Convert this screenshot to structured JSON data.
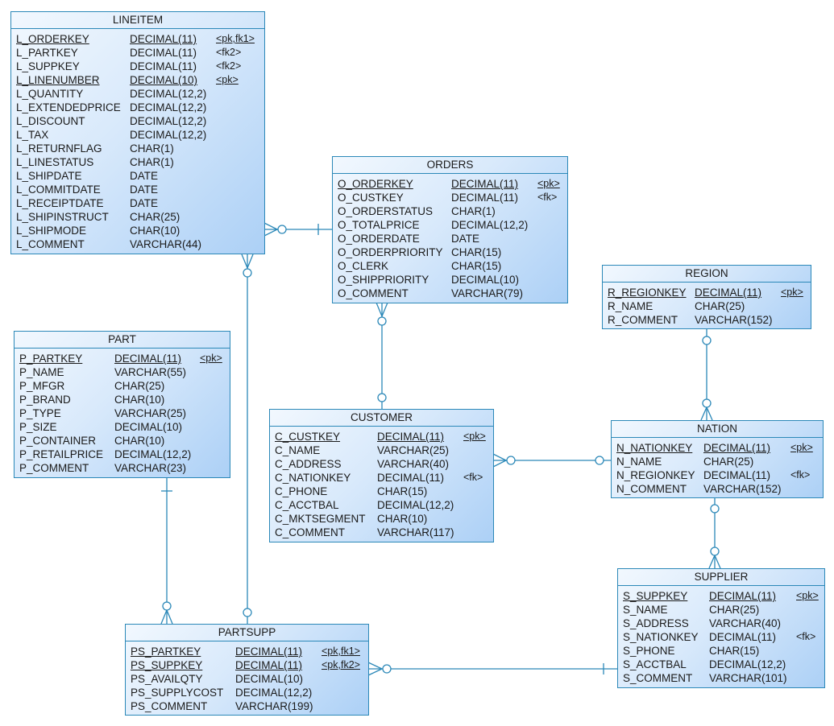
{
  "diagram": {
    "type": "entity-relationship",
    "notation": "crow's foot",
    "colors": {
      "line": "#2b88b8",
      "fill_start": "#f2f8fe",
      "fill_end": "#acd0f6",
      "text": "#1a1a1a"
    }
  },
  "entities": {
    "lineitem": {
      "title": "LINEITEM",
      "attributes": [
        {
          "name": "L_ORDERKEY",
          "type": "DECIMAL(11)",
          "key": "<pk,fk1>",
          "pk": true
        },
        {
          "name": "L_PARTKEY",
          "type": "DECIMAL(11)",
          "key": "<fk2>",
          "pk": false
        },
        {
          "name": "L_SUPPKEY",
          "type": "DECIMAL(11)",
          "key": "<fk2>",
          "pk": false
        },
        {
          "name": "L_LINENUMBER",
          "type": "DECIMAL(10)",
          "key": "<pk>",
          "pk": true
        },
        {
          "name": "L_QUANTITY",
          "type": "DECIMAL(12,2)",
          "key": "",
          "pk": false
        },
        {
          "name": "L_EXTENDEDPRICE",
          "type": "DECIMAL(12,2)",
          "key": "",
          "pk": false
        },
        {
          "name": "L_DISCOUNT",
          "type": "DECIMAL(12,2)",
          "key": "",
          "pk": false
        },
        {
          "name": "L_TAX",
          "type": "DECIMAL(12,2)",
          "key": "",
          "pk": false
        },
        {
          "name": "L_RETURNFLAG",
          "type": "CHAR(1)",
          "key": "",
          "pk": false
        },
        {
          "name": "L_LINESTATUS",
          "type": "CHAR(1)",
          "key": "",
          "pk": false
        },
        {
          "name": "L_SHIPDATE",
          "type": "DATE",
          "key": "",
          "pk": false
        },
        {
          "name": "L_COMMITDATE",
          "type": "DATE",
          "key": "",
          "pk": false
        },
        {
          "name": "L_RECEIPTDATE",
          "type": "DATE",
          "key": "",
          "pk": false
        },
        {
          "name": "L_SHIPINSTRUCT",
          "type": "CHAR(25)",
          "key": "",
          "pk": false
        },
        {
          "name": "L_SHIPMODE",
          "type": "CHAR(10)",
          "key": "",
          "pk": false
        },
        {
          "name": "L_COMMENT",
          "type": "VARCHAR(44)",
          "key": "",
          "pk": false
        }
      ]
    },
    "orders": {
      "title": "ORDERS",
      "attributes": [
        {
          "name": "O_ORDERKEY",
          "type": "DECIMAL(11)",
          "key": "<pk>",
          "pk": true
        },
        {
          "name": "O_CUSTKEY",
          "type": "DECIMAL(11)",
          "key": "<fk>",
          "pk": false
        },
        {
          "name": "O_ORDERSTATUS",
          "type": "CHAR(1)",
          "key": "",
          "pk": false
        },
        {
          "name": "O_TOTALPRICE",
          "type": "DECIMAL(12,2)",
          "key": "",
          "pk": false
        },
        {
          "name": "O_ORDERDATE",
          "type": "DATE",
          "key": "",
          "pk": false
        },
        {
          "name": "O_ORDERPRIORITY",
          "type": "CHAR(15)",
          "key": "",
          "pk": false
        },
        {
          "name": "O_CLERK",
          "type": "CHAR(15)",
          "key": "",
          "pk": false
        },
        {
          "name": "O_SHIPPRIORITY",
          "type": "DECIMAL(10)",
          "key": "",
          "pk": false
        },
        {
          "name": "O_COMMENT",
          "type": "VARCHAR(79)",
          "key": "",
          "pk": false
        }
      ]
    },
    "region": {
      "title": "REGION",
      "attributes": [
        {
          "name": "R_REGIONKEY",
          "type": "DECIMAL(11)",
          "key": "<pk>",
          "pk": true
        },
        {
          "name": "R_NAME",
          "type": "CHAR(25)",
          "key": "",
          "pk": false
        },
        {
          "name": "R_COMMENT",
          "type": "VARCHAR(152)",
          "key": "",
          "pk": false
        }
      ]
    },
    "part": {
      "title": "PART",
      "attributes": [
        {
          "name": "P_PARTKEY",
          "type": "DECIMAL(11)",
          "key": "<pk>",
          "pk": true
        },
        {
          "name": "P_NAME",
          "type": "VARCHAR(55)",
          "key": "",
          "pk": false
        },
        {
          "name": "P_MFGR",
          "type": "CHAR(25)",
          "key": "",
          "pk": false
        },
        {
          "name": "P_BRAND",
          "type": "CHAR(10)",
          "key": "",
          "pk": false
        },
        {
          "name": "P_TYPE",
          "type": "VARCHAR(25)",
          "key": "",
          "pk": false
        },
        {
          "name": "P_SIZE",
          "type": "DECIMAL(10)",
          "key": "",
          "pk": false
        },
        {
          "name": "P_CONTAINER",
          "type": "CHAR(10)",
          "key": "",
          "pk": false
        },
        {
          "name": "P_RETAILPRICE",
          "type": "DECIMAL(12,2)",
          "key": "",
          "pk": false
        },
        {
          "name": "P_COMMENT",
          "type": "VARCHAR(23)",
          "key": "",
          "pk": false
        }
      ]
    },
    "customer": {
      "title": "CUSTOMER",
      "attributes": [
        {
          "name": "C_CUSTKEY",
          "type": "DECIMAL(11)",
          "key": "<pk>",
          "pk": true
        },
        {
          "name": "C_NAME",
          "type": "VARCHAR(25)",
          "key": "",
          "pk": false
        },
        {
          "name": "C_ADDRESS",
          "type": "VARCHAR(40)",
          "key": "",
          "pk": false
        },
        {
          "name": "C_NATIONKEY",
          "type": "DECIMAL(11)",
          "key": "<fk>",
          "pk": false
        },
        {
          "name": "C_PHONE",
          "type": "CHAR(15)",
          "key": "",
          "pk": false
        },
        {
          "name": "C_ACCTBAL",
          "type": "DECIMAL(12,2)",
          "key": "",
          "pk": false
        },
        {
          "name": "C_MKTSEGMENT",
          "type": "CHAR(10)",
          "key": "",
          "pk": false
        },
        {
          "name": "C_COMMENT",
          "type": "VARCHAR(117)",
          "key": "",
          "pk": false
        }
      ]
    },
    "nation": {
      "title": "NATION",
      "attributes": [
        {
          "name": "N_NATIONKEY",
          "type": "DECIMAL(11)",
          "key": "<pk>",
          "pk": true
        },
        {
          "name": "N_NAME",
          "type": "CHAR(25)",
          "key": "",
          "pk": false
        },
        {
          "name": "N_REGIONKEY",
          "type": "DECIMAL(11)",
          "key": "<fk>",
          "pk": false
        },
        {
          "name": "N_COMMENT",
          "type": "VARCHAR(152)",
          "key": "",
          "pk": false
        }
      ]
    },
    "partsupp": {
      "title": "PARTSUPP",
      "attributes": [
        {
          "name": "PS_PARTKEY",
          "type": "DECIMAL(11)",
          "key": "<pk,fk1>",
          "pk": true
        },
        {
          "name": "PS_SUPPKEY",
          "type": "DECIMAL(11)",
          "key": "<pk,fk2>",
          "pk": true
        },
        {
          "name": "PS_AVAILQTY",
          "type": "DECIMAL(10)",
          "key": "",
          "pk": false
        },
        {
          "name": "PS_SUPPLYCOST",
          "type": "DECIMAL(12,2)",
          "key": "",
          "pk": false
        },
        {
          "name": "PS_COMMENT",
          "type": "VARCHAR(199)",
          "key": "",
          "pk": false
        }
      ]
    },
    "supplier": {
      "title": "SUPPLIER",
      "attributes": [
        {
          "name": "S_SUPPKEY",
          "type": "DECIMAL(11)",
          "key": "<pk>",
          "pk": true
        },
        {
          "name": "S_NAME",
          "type": "CHAR(25)",
          "key": "",
          "pk": false
        },
        {
          "name": "S_ADDRESS",
          "type": "VARCHAR(40)",
          "key": "",
          "pk": false
        },
        {
          "name": "S_NATIONKEY",
          "type": "DECIMAL(11)",
          "key": "<fk>",
          "pk": false
        },
        {
          "name": "S_PHONE",
          "type": "CHAR(15)",
          "key": "",
          "pk": false
        },
        {
          "name": "S_ACCTBAL",
          "type": "DECIMAL(12,2)",
          "key": "",
          "pk": false
        },
        {
          "name": "S_COMMENT",
          "type": "VARCHAR(101)",
          "key": "",
          "pk": false
        }
      ]
    }
  },
  "relationships": [
    {
      "from": "lineitem",
      "to": "orders",
      "from_end": "zero-or-many",
      "to_end": "exactly-one"
    },
    {
      "from": "lineitem",
      "to": "partsupp",
      "from_end": "zero-or-many",
      "to_end": "zero-or-one"
    },
    {
      "from": "orders",
      "to": "customer",
      "from_end": "zero-or-many",
      "to_end": "zero-or-one"
    },
    {
      "from": "customer",
      "to": "nation",
      "from_end": "zero-or-many",
      "to_end": "zero-or-one"
    },
    {
      "from": "nation",
      "to": "region",
      "from_end": "zero-or-many",
      "to_end": "zero-or-one"
    },
    {
      "from": "supplier",
      "to": "nation",
      "from_end": "zero-or-many",
      "to_end": "zero-or-one"
    },
    {
      "from": "partsupp",
      "to": "part",
      "from_end": "zero-or-many",
      "to_end": "exactly-one"
    },
    {
      "from": "partsupp",
      "to": "supplier",
      "from_end": "zero-or-many",
      "to_end": "exactly-one"
    }
  ]
}
